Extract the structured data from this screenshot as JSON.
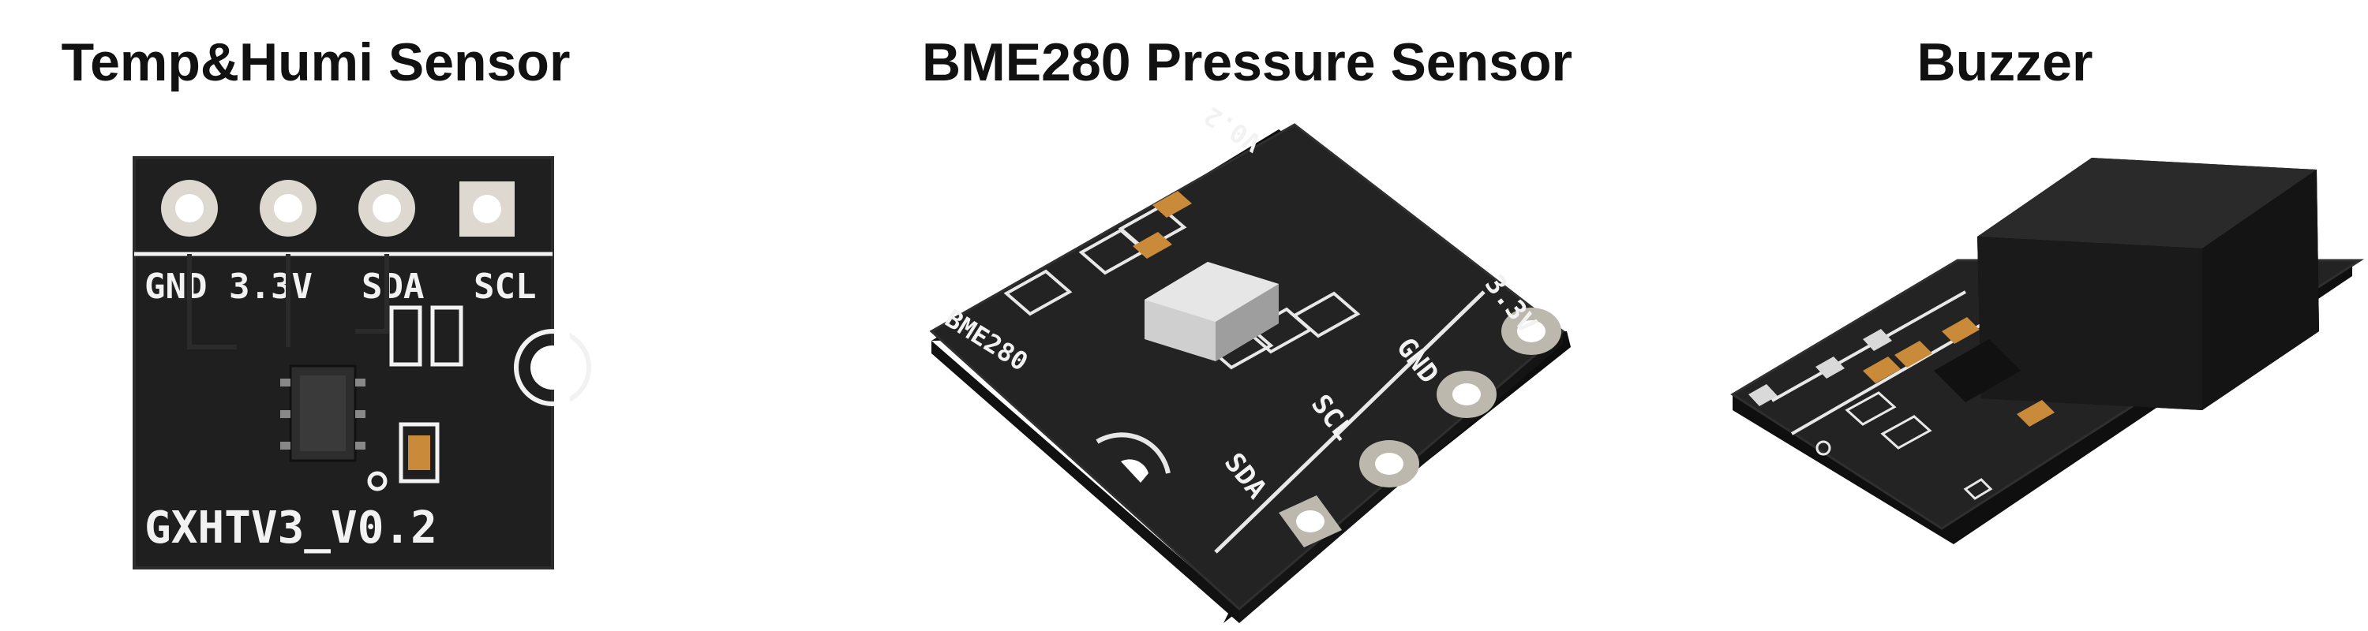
{
  "panels": [
    {
      "title": "Temp&Humi Sensor",
      "pin_labels": [
        "GND",
        "3.3V",
        "SDA",
        "SCL"
      ],
      "board_label": "GXHTV3_V0.2"
    },
    {
      "title": "BME280 Pressure Sensor",
      "pin_labels": [
        "3.3V",
        "GND",
        "SCL",
        "SDA"
      ],
      "board_label": "BME280",
      "version_label": "V0.2"
    },
    {
      "title": "Buzzer"
    }
  ],
  "colors": {
    "pcb": "#1f1f1f",
    "pcb_edge": "#2c2c2c",
    "silkscreen": "#f2f2f2",
    "pad_gold": "#cfc9bd",
    "chip": "#2a2a2a",
    "cap": "#c98a3a"
  }
}
